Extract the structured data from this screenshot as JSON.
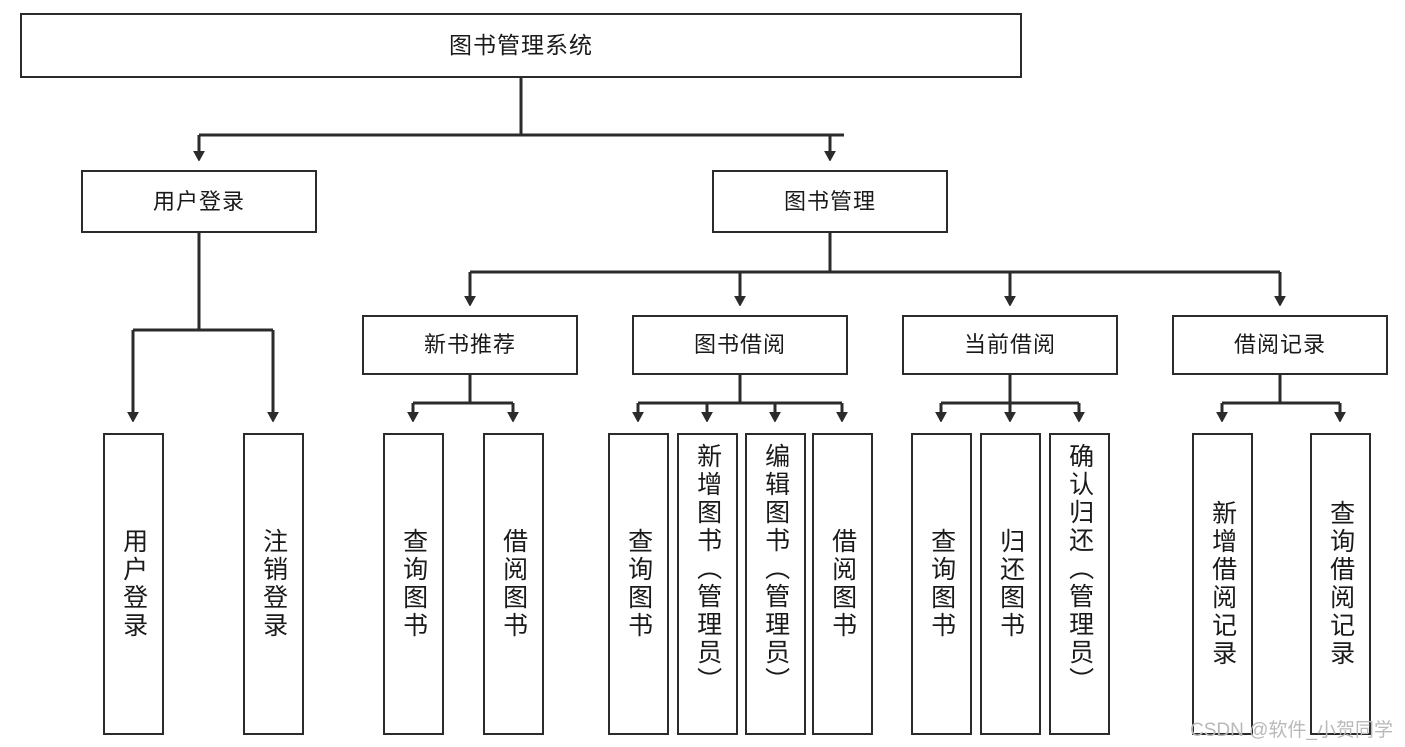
{
  "diagram": {
    "title": "图书管理系统",
    "type": "function-structure-tree",
    "root": {
      "label": "图书管理系统"
    },
    "level2": [
      {
        "label": "用户登录"
      },
      {
        "label": "图书管理"
      }
    ],
    "level3": [
      {
        "label": "新书推荐",
        "parent": "图书管理"
      },
      {
        "label": "图书借阅",
        "parent": "图书管理"
      },
      {
        "label": "当前借阅",
        "parent": "图书管理"
      },
      {
        "label": "借阅记录",
        "parent": "图书管理"
      }
    ],
    "leaves": [
      {
        "label": "用户登录",
        "parent": "用户登录"
      },
      {
        "label": "注销登录",
        "parent": "用户登录"
      },
      {
        "label": "查询图书",
        "parent": "新书推荐"
      },
      {
        "label": "借阅图书",
        "parent": "新书推荐"
      },
      {
        "label": "查询图书",
        "parent": "图书借阅"
      },
      {
        "label": "新增图书（管理员）",
        "parent": "图书借阅"
      },
      {
        "label": "编辑图书（管理员）",
        "parent": "图书借阅"
      },
      {
        "label": "借阅图书",
        "parent": "图书借阅"
      },
      {
        "label": "查询图书",
        "parent": "当前借阅"
      },
      {
        "label": "归还图书",
        "parent": "当前借阅"
      },
      {
        "label": "确认归还（管理员）",
        "parent": "当前借阅"
      },
      {
        "label": "新增借阅记录",
        "parent": "借阅记录"
      },
      {
        "label": "查询借阅记录",
        "parent": "借阅记录"
      }
    ],
    "watermark": "CSDN @软件_小贺同学",
    "colors": {
      "box_border": "#2b2b2b",
      "box_fill": "#ffffff",
      "connector": "#2b2b2b",
      "text": "#1a1a1a",
      "watermark": "#b9b9b9",
      "background": "#ffffff"
    }
  }
}
